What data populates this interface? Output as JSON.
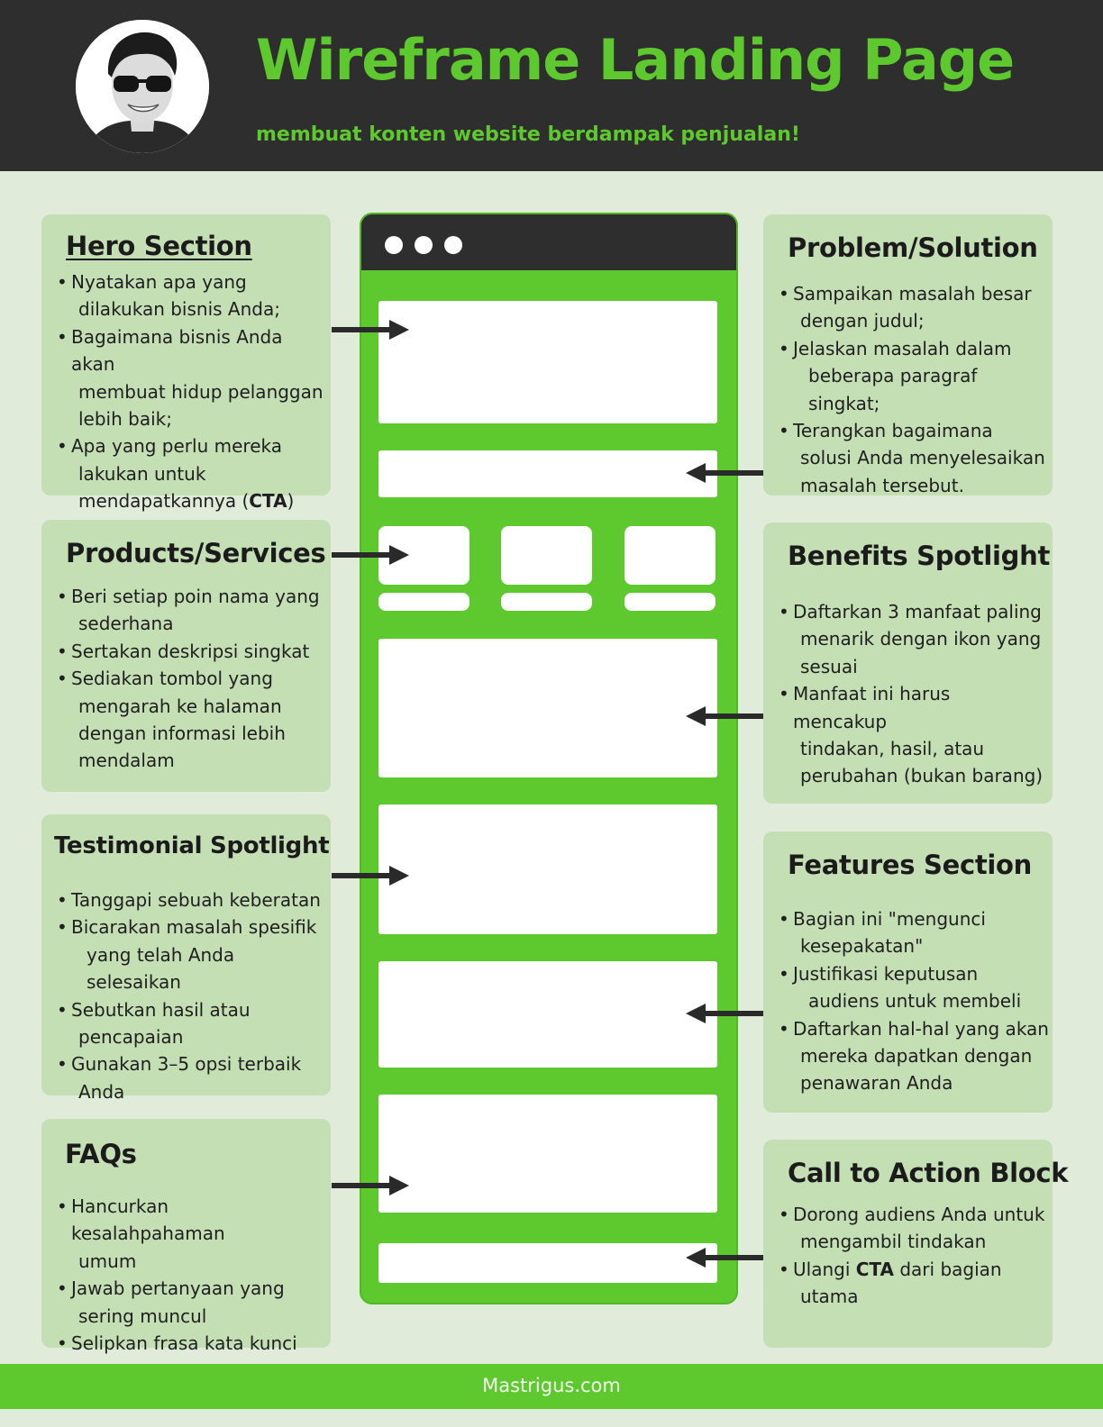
{
  "header": {
    "title": "Wireframe Landing Page",
    "subtitle": "membuat konten website berdampak penjualan!"
  },
  "colors": {
    "accent_green": "#5ec92e",
    "dark": "#2e2e2e",
    "card": "#c5dfb5",
    "background": "#e0ecd9"
  },
  "sections": {
    "hero": {
      "title": "Hero Section",
      "items": [
        {
          "a": "Nyatakan apa yang",
          "b": "dilakukan bisnis Anda;"
        },
        {
          "a": "Bagaimana bisnis Anda akan",
          "b": "membuat hidup pelanggan",
          "c": "lebih baik;"
        },
        {
          "a": "Apa yang perlu mereka",
          "b": "lakukan untuk",
          "c_pre": "mendapatkannya (",
          "c_bold": "CTA",
          "c_post": ")"
        }
      ]
    },
    "products": {
      "title": "Products/Services",
      "items": [
        {
          "a": "Beri setiap poin nama yang",
          "b": "sederhana"
        },
        {
          "a": "Sertakan deskripsi singkat"
        },
        {
          "a": "Sediakan tombol yang",
          "b": "mengarah ke halaman",
          "c": "dengan informasi lebih",
          "d": "mendalam"
        }
      ]
    },
    "testimonial": {
      "title": "Testimonial Spotlight",
      "items": [
        {
          "a": "Tanggapi sebuah keberatan"
        },
        {
          "a": "Bicarakan masalah spesifik",
          "b": "yang telah Anda selesaikan"
        },
        {
          "a": "Sebutkan hasil atau",
          "b": "pencapaian"
        },
        {
          "a": "Gunakan 3–5 opsi terbaik",
          "b": "Anda"
        }
      ]
    },
    "faqs": {
      "title": "FAQs",
      "items": [
        {
          "a": "Hancurkan kesalahpahaman",
          "b": "umum"
        },
        {
          "a": "Jawab pertanyaan yang",
          "b": "sering muncul"
        },
        {
          "a": "Selipkan frasa kata kunci"
        }
      ]
    },
    "problem": {
      "title": "Problem/Solution",
      "items": [
        {
          "a": "Sampaikan masalah besar",
          "b": "dengan judul;"
        },
        {
          "a": "Jelaskan masalah dalam",
          "b": "beberapa paragraf singkat;"
        },
        {
          "a": "Terangkan bagaimana",
          "b": "solusi Anda menyelesaikan",
          "c": "masalah tersebut."
        }
      ]
    },
    "benefits": {
      "title": "Benefits Spotlight",
      "items": [
        {
          "a": "Daftarkan 3 manfaat paling",
          "b": "menarik dengan ikon yang",
          "c": "sesuai"
        },
        {
          "a": "Manfaat ini harus mencakup",
          "b": "tindakan, hasil, atau",
          "c": "perubahan (bukan barang)"
        }
      ]
    },
    "features": {
      "title": "Features Section",
      "items": [
        {
          "a": "Bagian ini \"mengunci",
          "b": "kesepakatan\""
        },
        {
          "a": "Justifikasi keputusan",
          "b": "audiens untuk membeli"
        },
        {
          "a": "Daftarkan hal-hal yang akan",
          "b": "mereka dapatkan dengan",
          "c": "penawaran Anda"
        }
      ]
    },
    "cta": {
      "title": "Call to Action Block",
      "items": [
        {
          "a": "Dorong audiens Anda untuk",
          "b": "mengambil tindakan"
        },
        {
          "a_pre": "Ulangi ",
          "a_bold": "CTA",
          "a_post": " dari bagian",
          "b": "utama"
        }
      ]
    }
  },
  "footer": {
    "text": "Mastrigus.com"
  }
}
